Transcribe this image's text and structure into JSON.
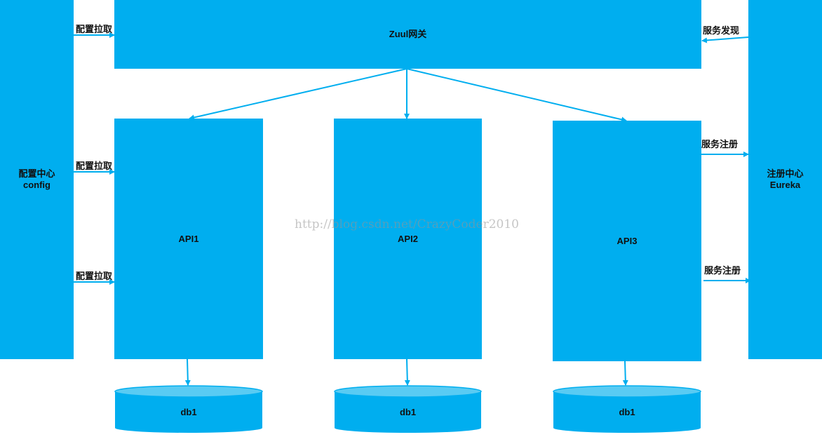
{
  "colors": {
    "box": "#00aeef",
    "arrow": "#00aeef",
    "db_top": "#59cbf3",
    "text": "#111111"
  },
  "nodes": {
    "config_center": "配置中心\nconfig",
    "zuul_gateway": "Zuul网关",
    "eureka": "注册中心\nEureka",
    "api1": "API1",
    "api2": "API2",
    "api3": "API3",
    "db1_a": "db1",
    "db1_b": "db1",
    "db1_c": "db1"
  },
  "edge_labels": {
    "config_pull_1": "配置拉取",
    "config_pull_2": "配置拉取",
    "config_pull_3": "配置拉取",
    "service_discovery": "服务发现",
    "service_register_1": "服务注册",
    "service_register_2": "服务注册"
  },
  "watermark": "http://blog.csdn.net/CrazyCoder2010"
}
